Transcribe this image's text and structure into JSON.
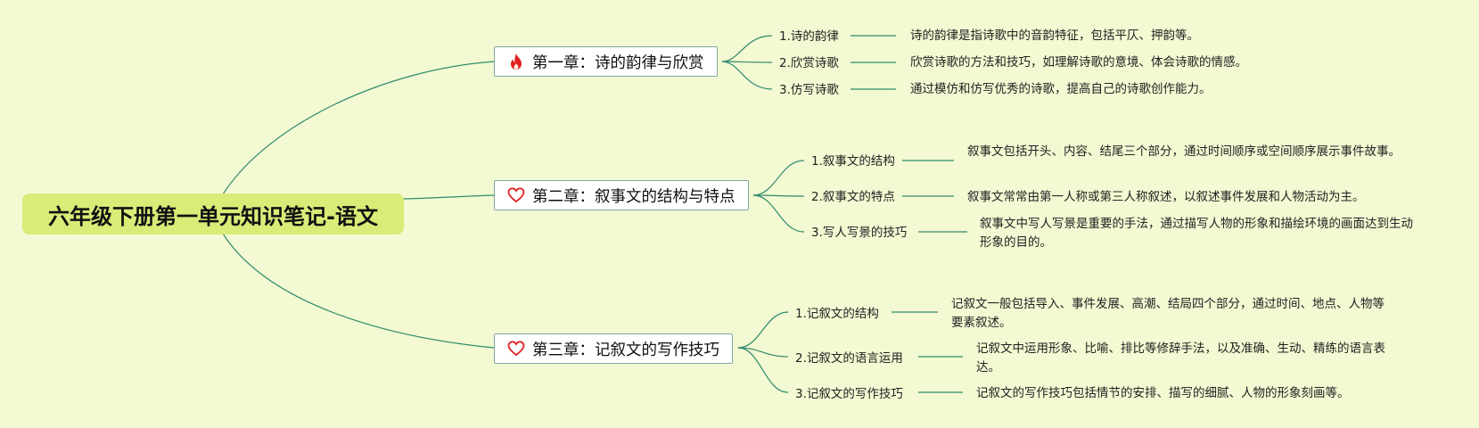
{
  "root": {
    "title": "六年级下册第一单元知识笔记-语文"
  },
  "colors": {
    "background": "#f3f9d2",
    "root_fill": "#d9ec77",
    "line": "#2e8b6e",
    "node_border": "#7fa7a1",
    "icon_red": "#e02020"
  },
  "chapters": [
    {
      "title": "第一章：诗的韵律与欣赏",
      "icon": "fire-icon",
      "topics": [
        {
          "label": "1.诗的韵律",
          "desc": "诗的韵律是指诗歌中的音韵特征，包括平仄、押韵等。"
        },
        {
          "label": "2.欣赏诗歌",
          "desc": "欣赏诗歌的方法和技巧，如理解诗歌的意境、体会诗歌的情感。"
        },
        {
          "label": "3.仿写诗歌",
          "desc": "通过模仿和仿写优秀的诗歌，提高自己的诗歌创作能力。"
        }
      ]
    },
    {
      "title": "第二章：叙事文的结构与特点",
      "icon": "heart-icon",
      "topics": [
        {
          "label": "1.叙事文的结构",
          "desc": "叙事文包括开头、内容、结尾三个部分，通过时间顺序或空间顺序展示事件故事。"
        },
        {
          "label": "2.叙事文的特点",
          "desc": "叙事文常常由第一人称或第三人称叙述，以叙述事件发展和人物活动为主。"
        },
        {
          "label": "3.写人写景的技巧",
          "desc": "叙事文中写人写景是重要的手法，通过描写人物的形象和描绘环境的画面达到生动形象的目的。"
        }
      ]
    },
    {
      "title": "第三章：记叙文的写作技巧",
      "icon": "heart-icon",
      "topics": [
        {
          "label": "1.记叙文的结构",
          "desc": "记叙文一般包括导入、事件发展、高潮、结局四个部分，通过时间、地点、人物等要素叙述。"
        },
        {
          "label": "2.记叙文的语言运用",
          "desc": "记叙文中运用形象、比喻、排比等修辞手法，以及准确、生动、精练的语言表达。"
        },
        {
          "label": "3.记叙文的写作技巧",
          "desc": "记叙文的写作技巧包括情节的安排、描写的细腻、人物的形象刻画等。"
        }
      ]
    }
  ]
}
